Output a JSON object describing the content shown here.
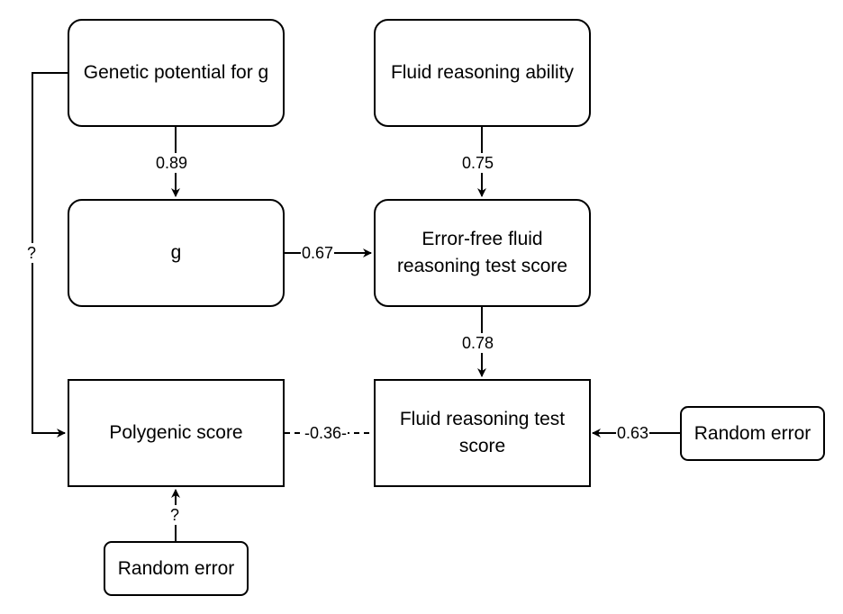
{
  "nodes": {
    "genetic_potential": "Genetic potential for g",
    "fluid_reasoning_ability": "Fluid reasoning ability",
    "g": "g",
    "error_free_score": "Error-free fluid reasoning test score",
    "polygenic_score": "Polygenic score",
    "fluid_reasoning_test_score": "Fluid reasoning test score",
    "random_error_right": "Random error",
    "random_error_bottom": "Random error"
  },
  "edges": {
    "genetic_to_g": "0.89",
    "ability_to_error_free": "0.75",
    "g_to_error_free": "0.67",
    "error_free_to_test": "0.78",
    "polygenic_test_correlation": "-0.36-",
    "random_error_to_test": "0.63",
    "genetic_to_polygenic": "?",
    "random_error_to_polygenic": "?"
  }
}
